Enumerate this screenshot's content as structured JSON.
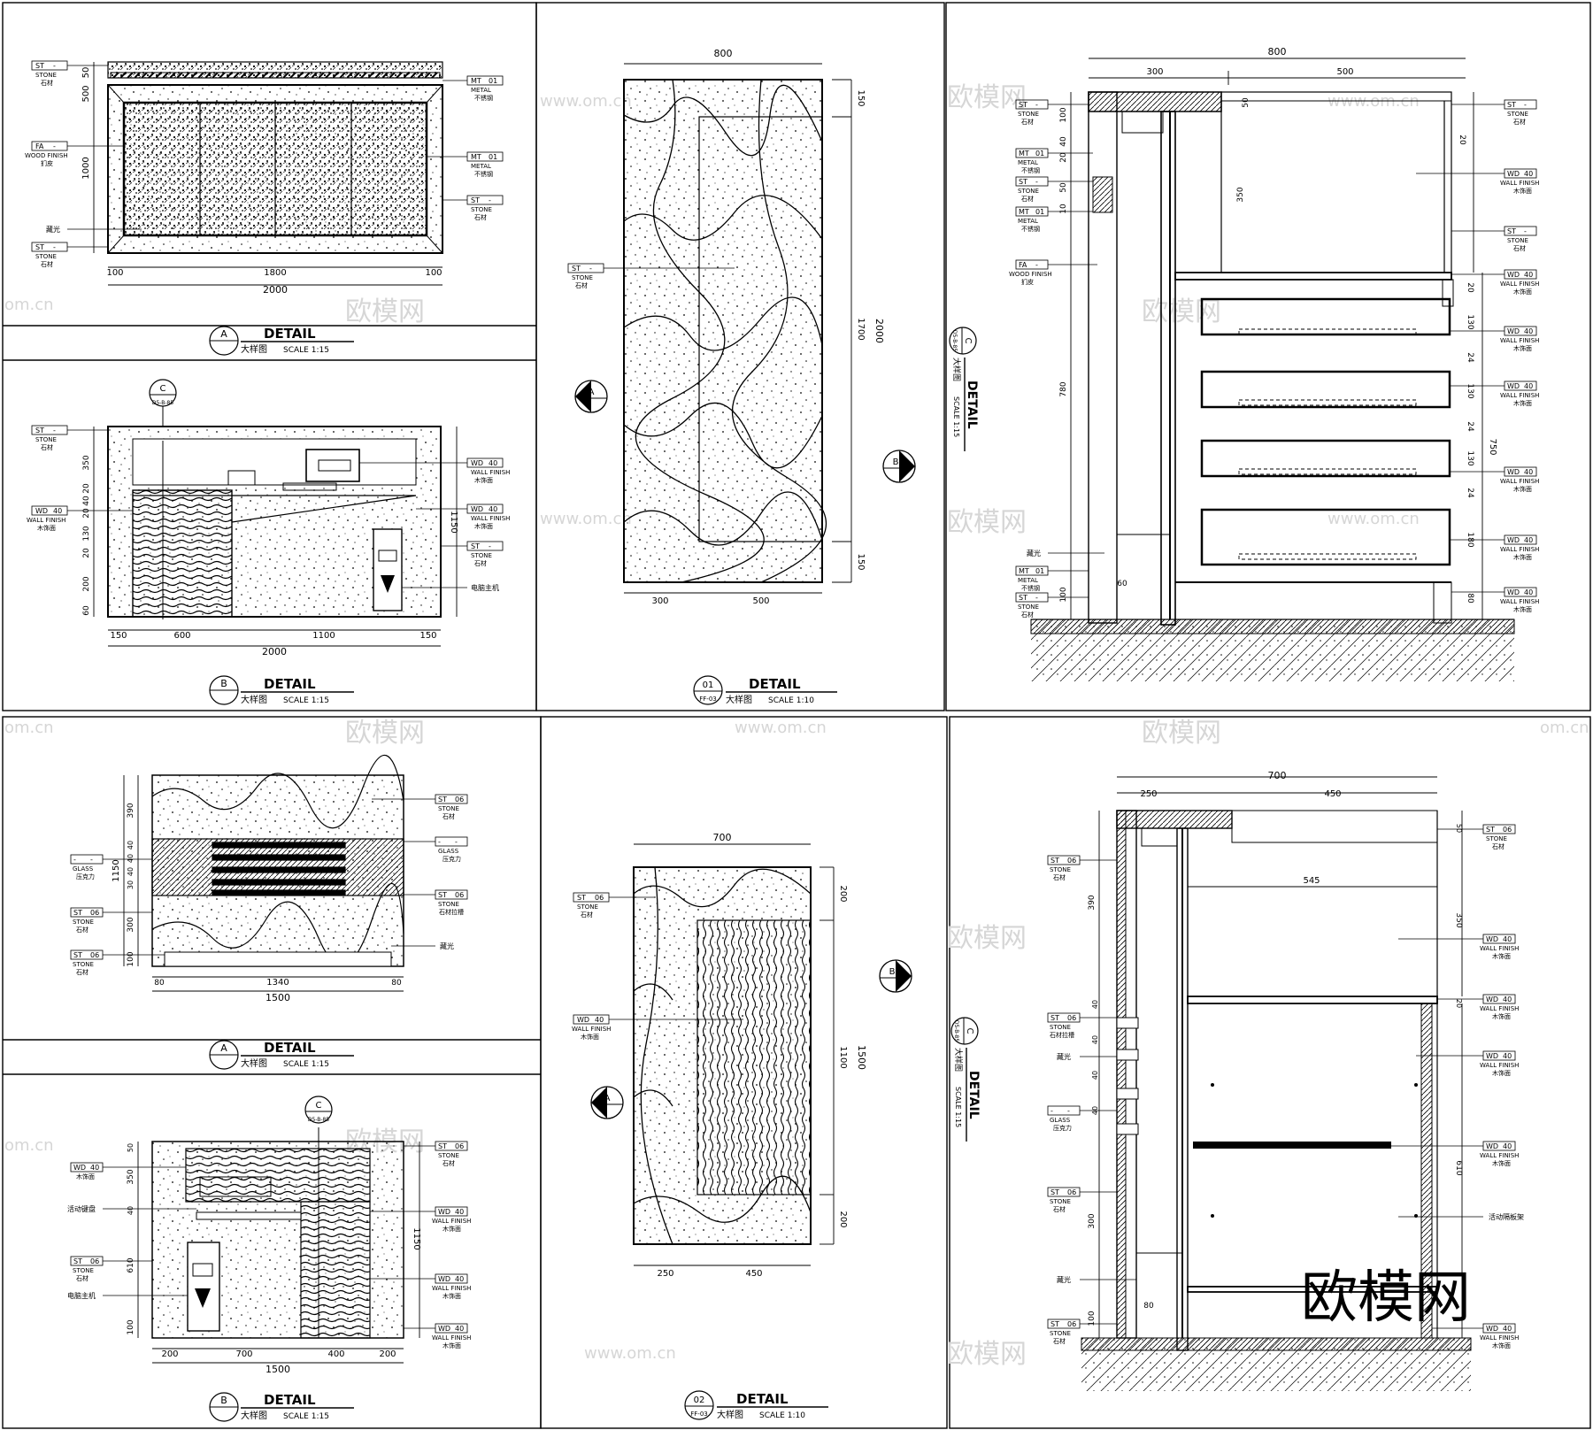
{
  "watermark": {
    "url": "www.om.cn",
    "cn": "欧模网",
    "cn_big": "欧模网",
    "partial": "om.cn"
  },
  "tags": {
    "st": "ST",
    "mt": "MT",
    "fa": "FA",
    "wd": "WD",
    "dash": "-",
    "n01": "01",
    "n06": "06",
    "n40": "40"
  },
  "mat": {
    "stone": "STONE",
    "stone_cn": "石材",
    "stone_slot_cn": "石材拉槽",
    "metal": "METAL",
    "metal_cn": "不锈钢",
    "wood": "WOOD FINISH",
    "wood_cn": "扪皮",
    "wall": "WALL FINISH",
    "wall_cn": "木饰面",
    "glass": "GLASS",
    "glass_cn": "压克力",
    "hidden_light": "藏光",
    "pc_host": "电脑主机",
    "keyboard": "活动键盘",
    "shelf": "活动隔板架"
  },
  "titles": {
    "detail": "DETAIL",
    "cn": "大样图",
    "scale_15": "SCALE 1:15",
    "scale_110": "SCALE 1:10",
    "A": "A",
    "B": "B",
    "C": "C",
    "n01": "01",
    "n02": "02",
    "sub_ff": "FF-03",
    "sub_c": "D5-B-85"
  },
  "p1": {
    "left_dims": [
      "50",
      "500",
      "1000"
    ],
    "bottom_parts": [
      "100",
      "1800",
      "100"
    ],
    "total": "2000"
  },
  "p4": {
    "left_dims": [
      "350",
      "20",
      "40",
      "20",
      "130",
      "20",
      "200",
      "60"
    ],
    "bottom_parts": [
      "150",
      "600",
      "1100",
      "150"
    ],
    "total": "2000",
    "right_dim": "1150"
  },
  "p2": {
    "top": "800",
    "right_parts": [
      "150",
      "1700",
      "150"
    ],
    "right_total": "2000",
    "bottom_parts": [
      "300",
      "500"
    ]
  },
  "p3": {
    "top_total": "800",
    "top_parts": [
      "300",
      "500"
    ],
    "left_dims": [
      "100",
      "40",
      "20",
      "50",
      "10",
      "350",
      "780",
      "100"
    ],
    "right_dims": [
      "50",
      "20",
      "350",
      "20",
      "130",
      "24",
      "130",
      "24",
      "130",
      "24",
      "180",
      "80"
    ],
    "right_total": "750",
    "bot_dim": "60"
  },
  "p7": {
    "left_dims": [
      "390",
      "40",
      "40",
      "40",
      "30",
      "300",
      "100"
    ],
    "left_total": "1150",
    "bottom_parts": [
      "80",
      "1340",
      "80"
    ],
    "total": "1500"
  },
  "p10": {
    "left_dims": [
      "50",
      "350",
      "40",
      "610",
      "100"
    ],
    "bottom_parts": [
      "200",
      "700",
      "400",
      "200"
    ],
    "total": "1500",
    "right_dim": "1150"
  },
  "p8": {
    "top": "700",
    "right_parts": [
      "200",
      "1100",
      "200"
    ],
    "right_total": "1500",
    "bottom_parts": [
      "250",
      "450"
    ]
  },
  "p9": {
    "top_total": "700",
    "top_parts": [
      "250",
      "450"
    ],
    "inner": "545",
    "left_dims": [
      "390",
      "40",
      "40",
      "40",
      "40",
      "300",
      "100"
    ],
    "right_dims": [
      "50",
      "350",
      "20",
      "610"
    ],
    "bot_dim": "80"
  }
}
